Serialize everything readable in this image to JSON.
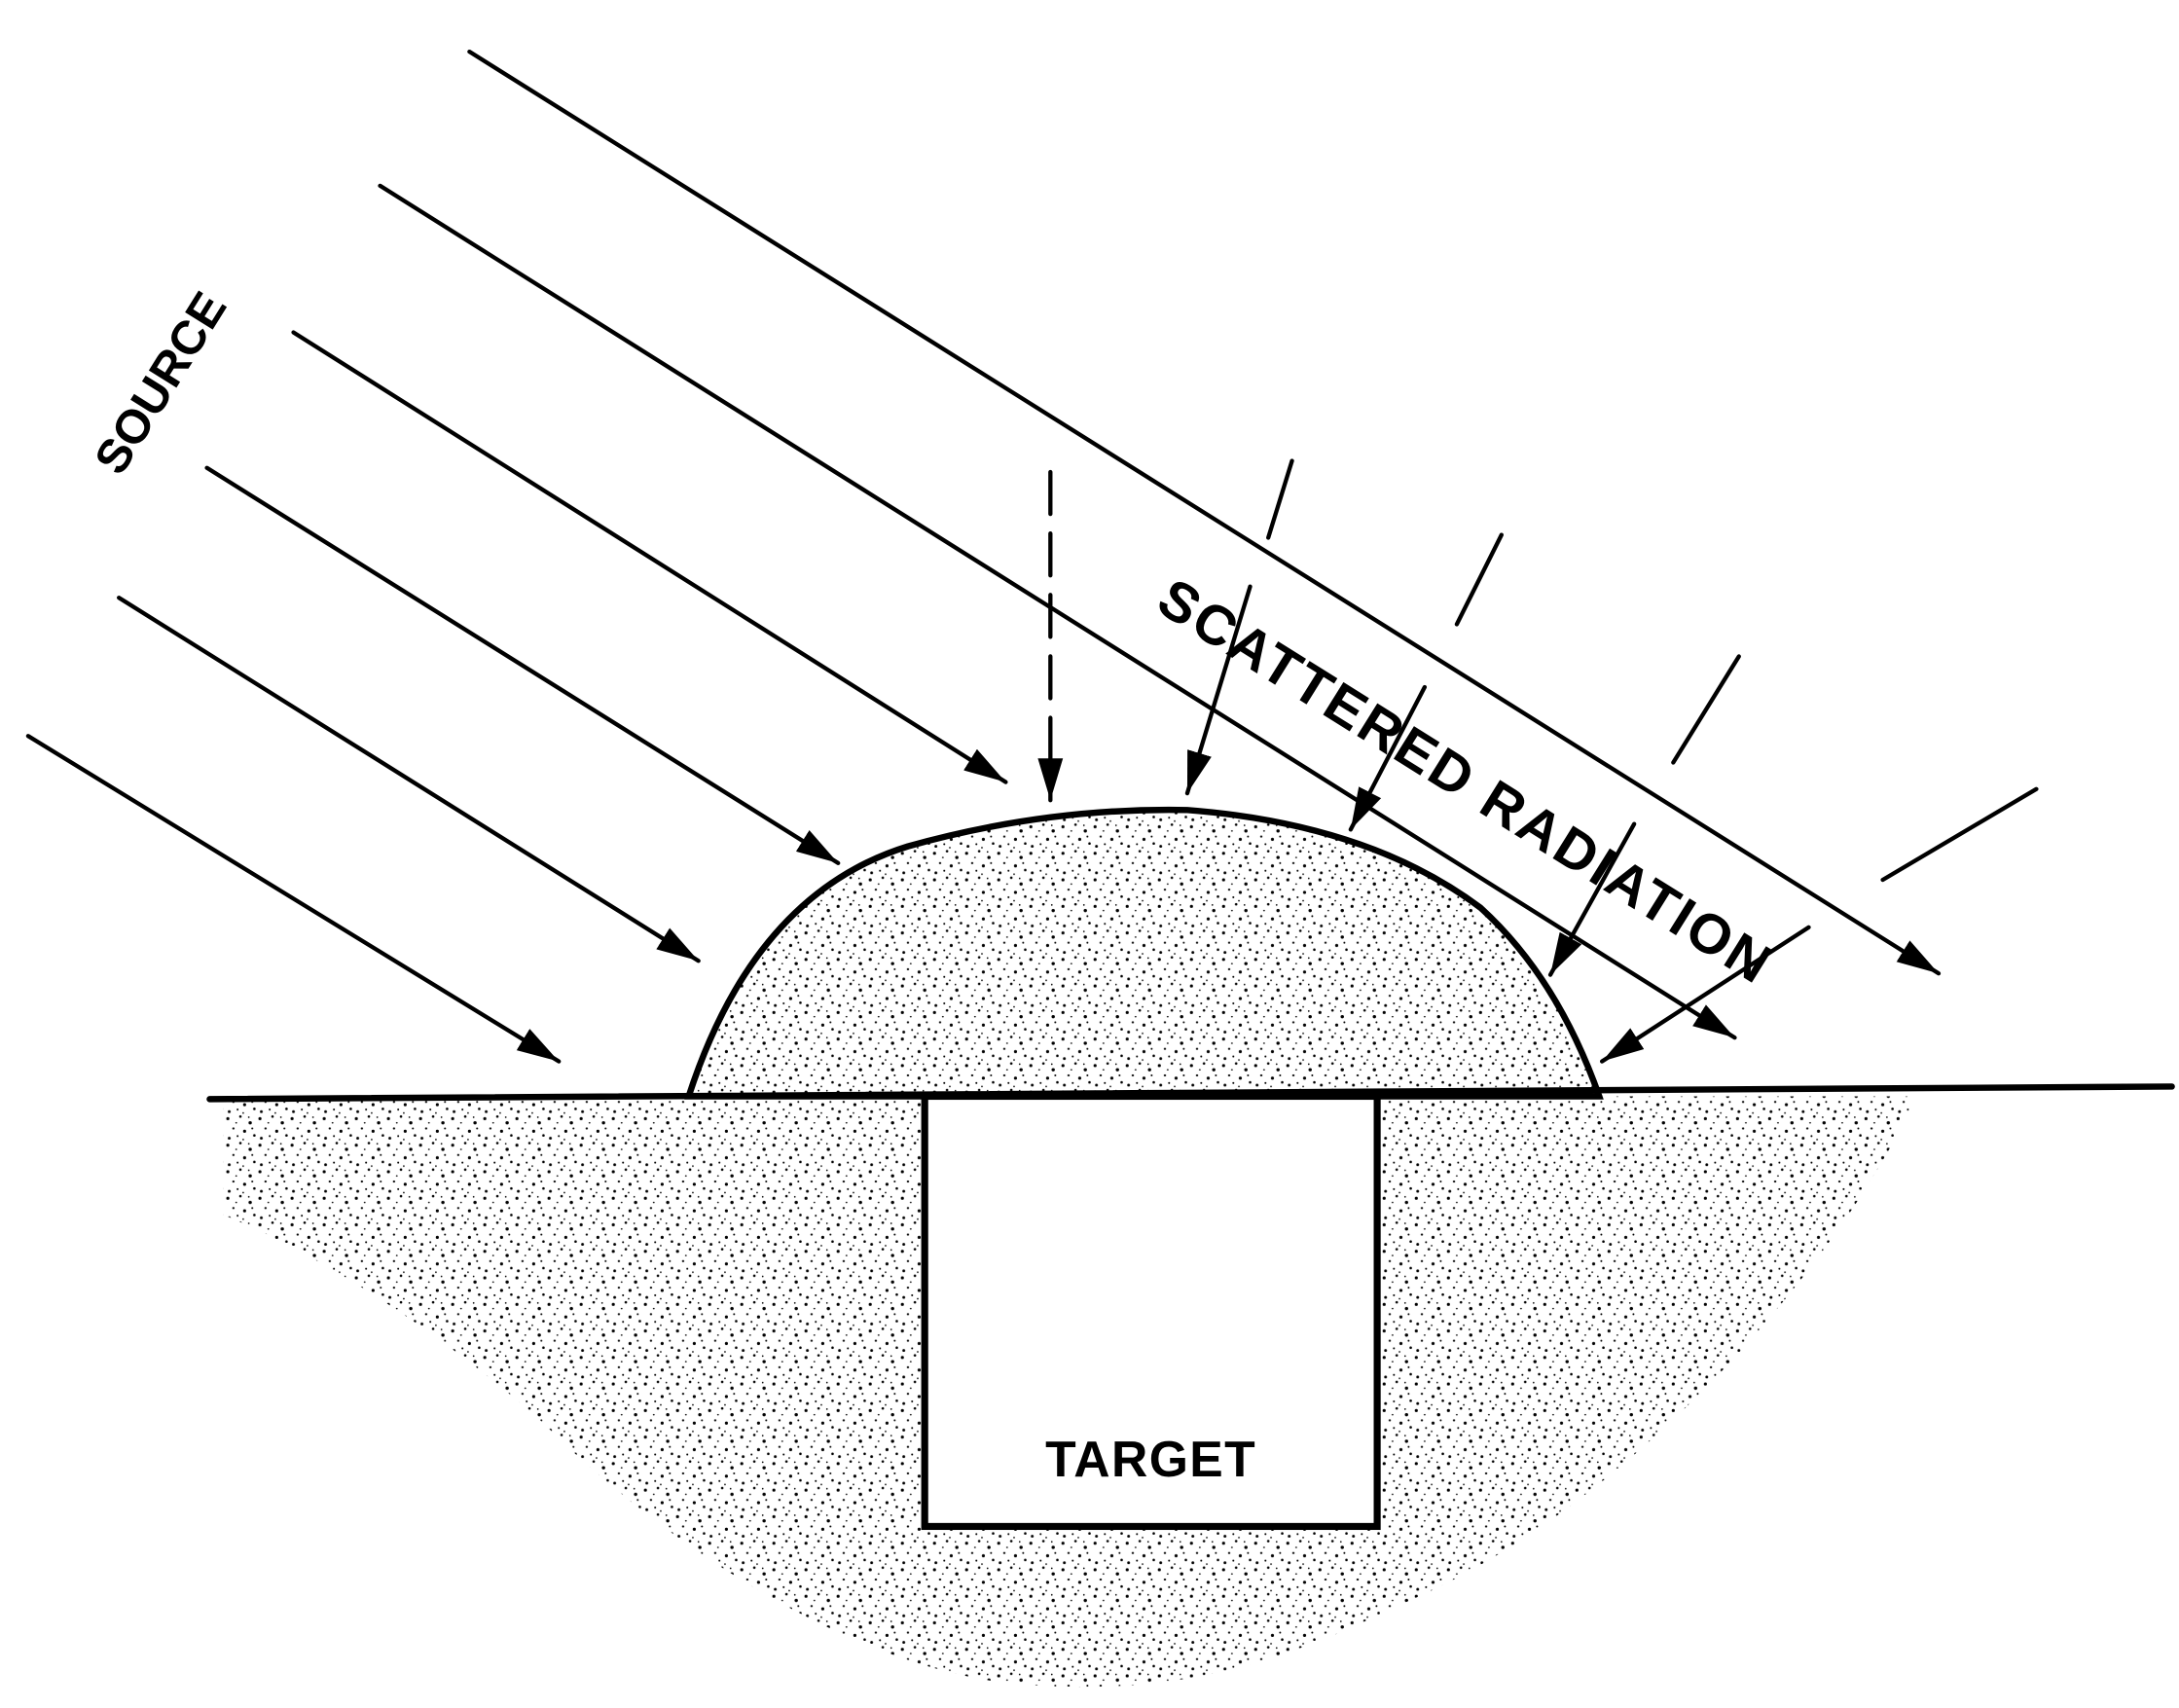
{
  "labels": {
    "source": "SOURCE",
    "scattered": "SCATTERED RADIATION",
    "target": "TARGET"
  },
  "colors": {
    "ink": "#000000",
    "paper": "#ffffff"
  }
}
